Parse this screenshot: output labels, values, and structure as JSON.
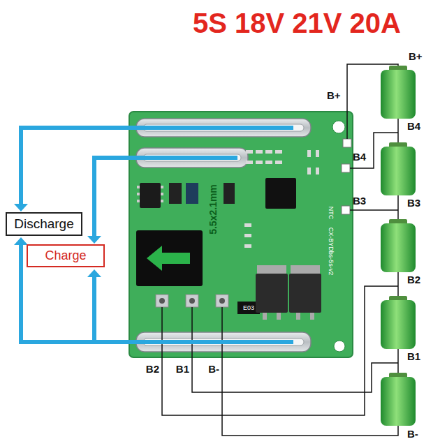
{
  "diagram": {
    "title": "5S 18V 21V 20A",
    "nodes": [
      {
        "text": [
          "Discharge"
        ]
      },
      {
        "text": [
          "Charge"
        ]
      }
    ],
    "labels": [
      "B+",
      "B4",
      "B3",
      "B2",
      "B1",
      "B-",
      "B+",
      "B4",
      "B3",
      "B2",
      "B1",
      "B-",
      "5.5x2.1mm",
      "CX-BYDbs-5s-v2",
      "NTC",
      "E03"
    ]
  }
}
